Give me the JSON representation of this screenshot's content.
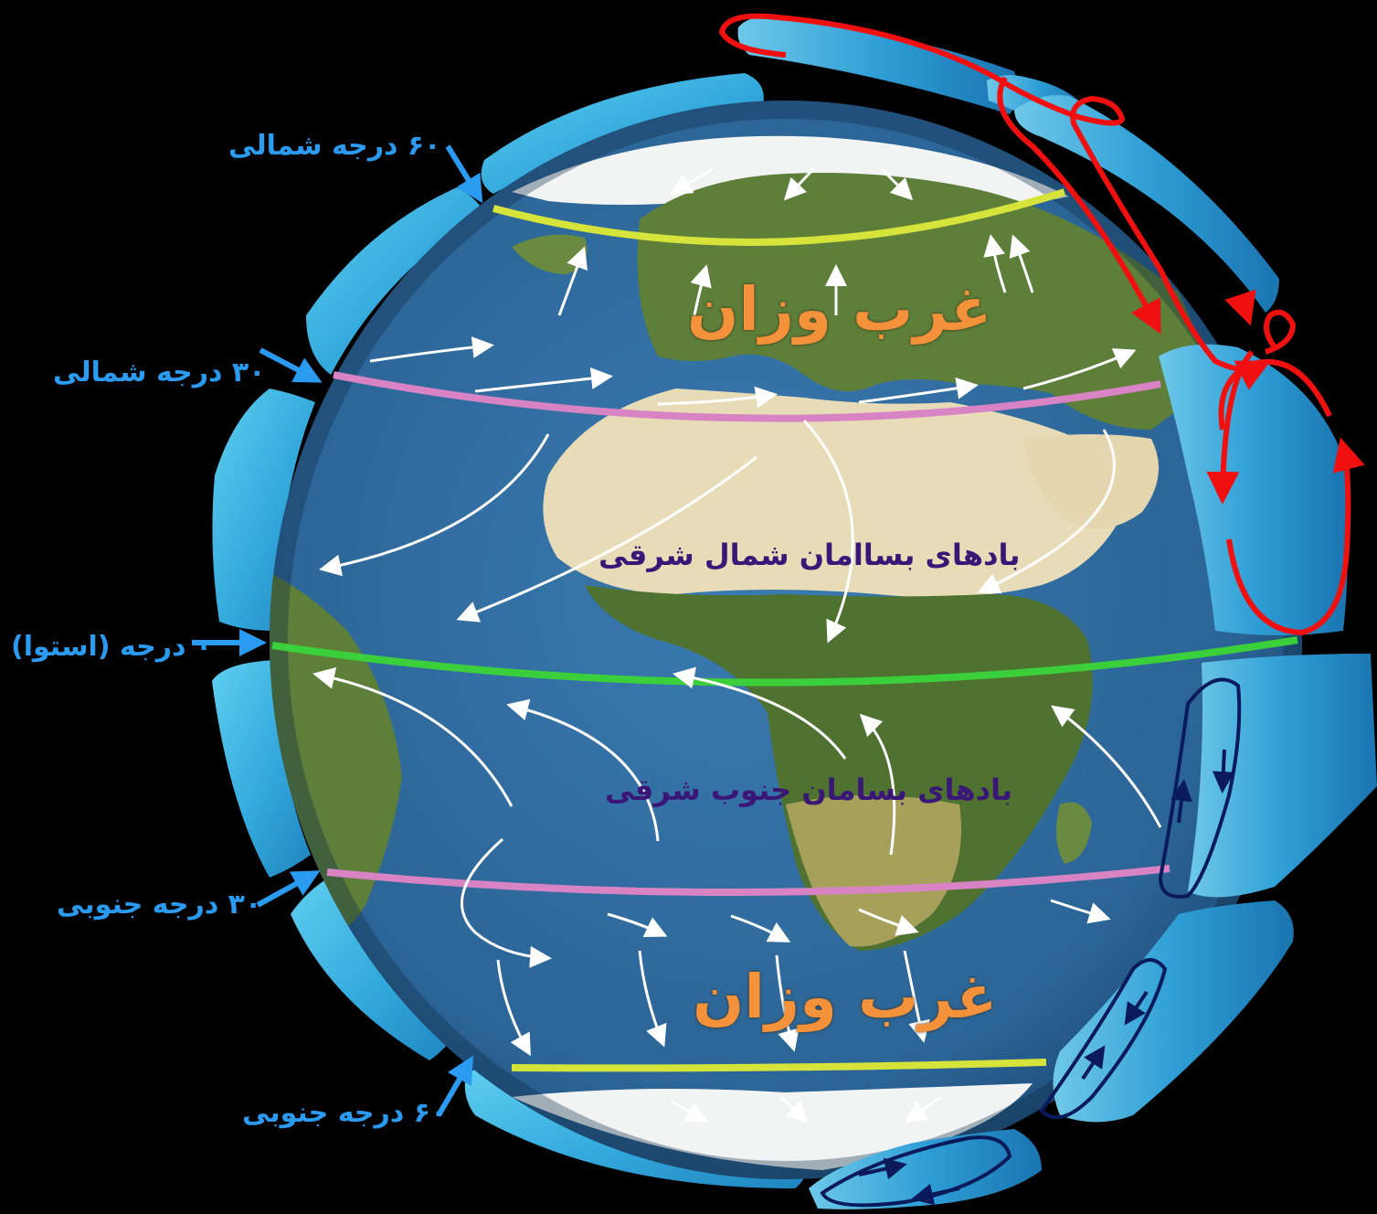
{
  "latitude_labels": {
    "n60": "۶۰ درجه شمالی",
    "n30": "۳۰ درجه شمالی",
    "eq": "۰ درجه (استوا)",
    "s30": "۳۰ درجه جنوبی",
    "s60": "۶۰ درجه جنوبی"
  },
  "wind_labels": {
    "north_westerlies": "غرب وزان",
    "ne_trades": "بادهای بساامان شمال شرقی",
    "se_trades": "بادهای بسامان جنوب شرقی",
    "south_westerlies": "غرب وزان"
  },
  "colors": {
    "background": "#000000",
    "ocean": "#2f6a9b",
    "land": "#5d7f3a",
    "desert": "#e8dcb8",
    "ice": "#f2f4f4",
    "cell_blue": "#3fb6e2",
    "line_60": "#d6e33a",
    "line_30": "#d884c4",
    "line_equator": "#3ccf3c",
    "polar_cell_loop": "#f01010",
    "ferrel_cell_loop": "#0a1a5a",
    "label_blue": "#2a9bf0",
    "westerly_orange": "#f3923a",
    "trade_purple": "#3a1677"
  },
  "icons": [
    "arrow-icon",
    "circulation-loop-icon"
  ]
}
